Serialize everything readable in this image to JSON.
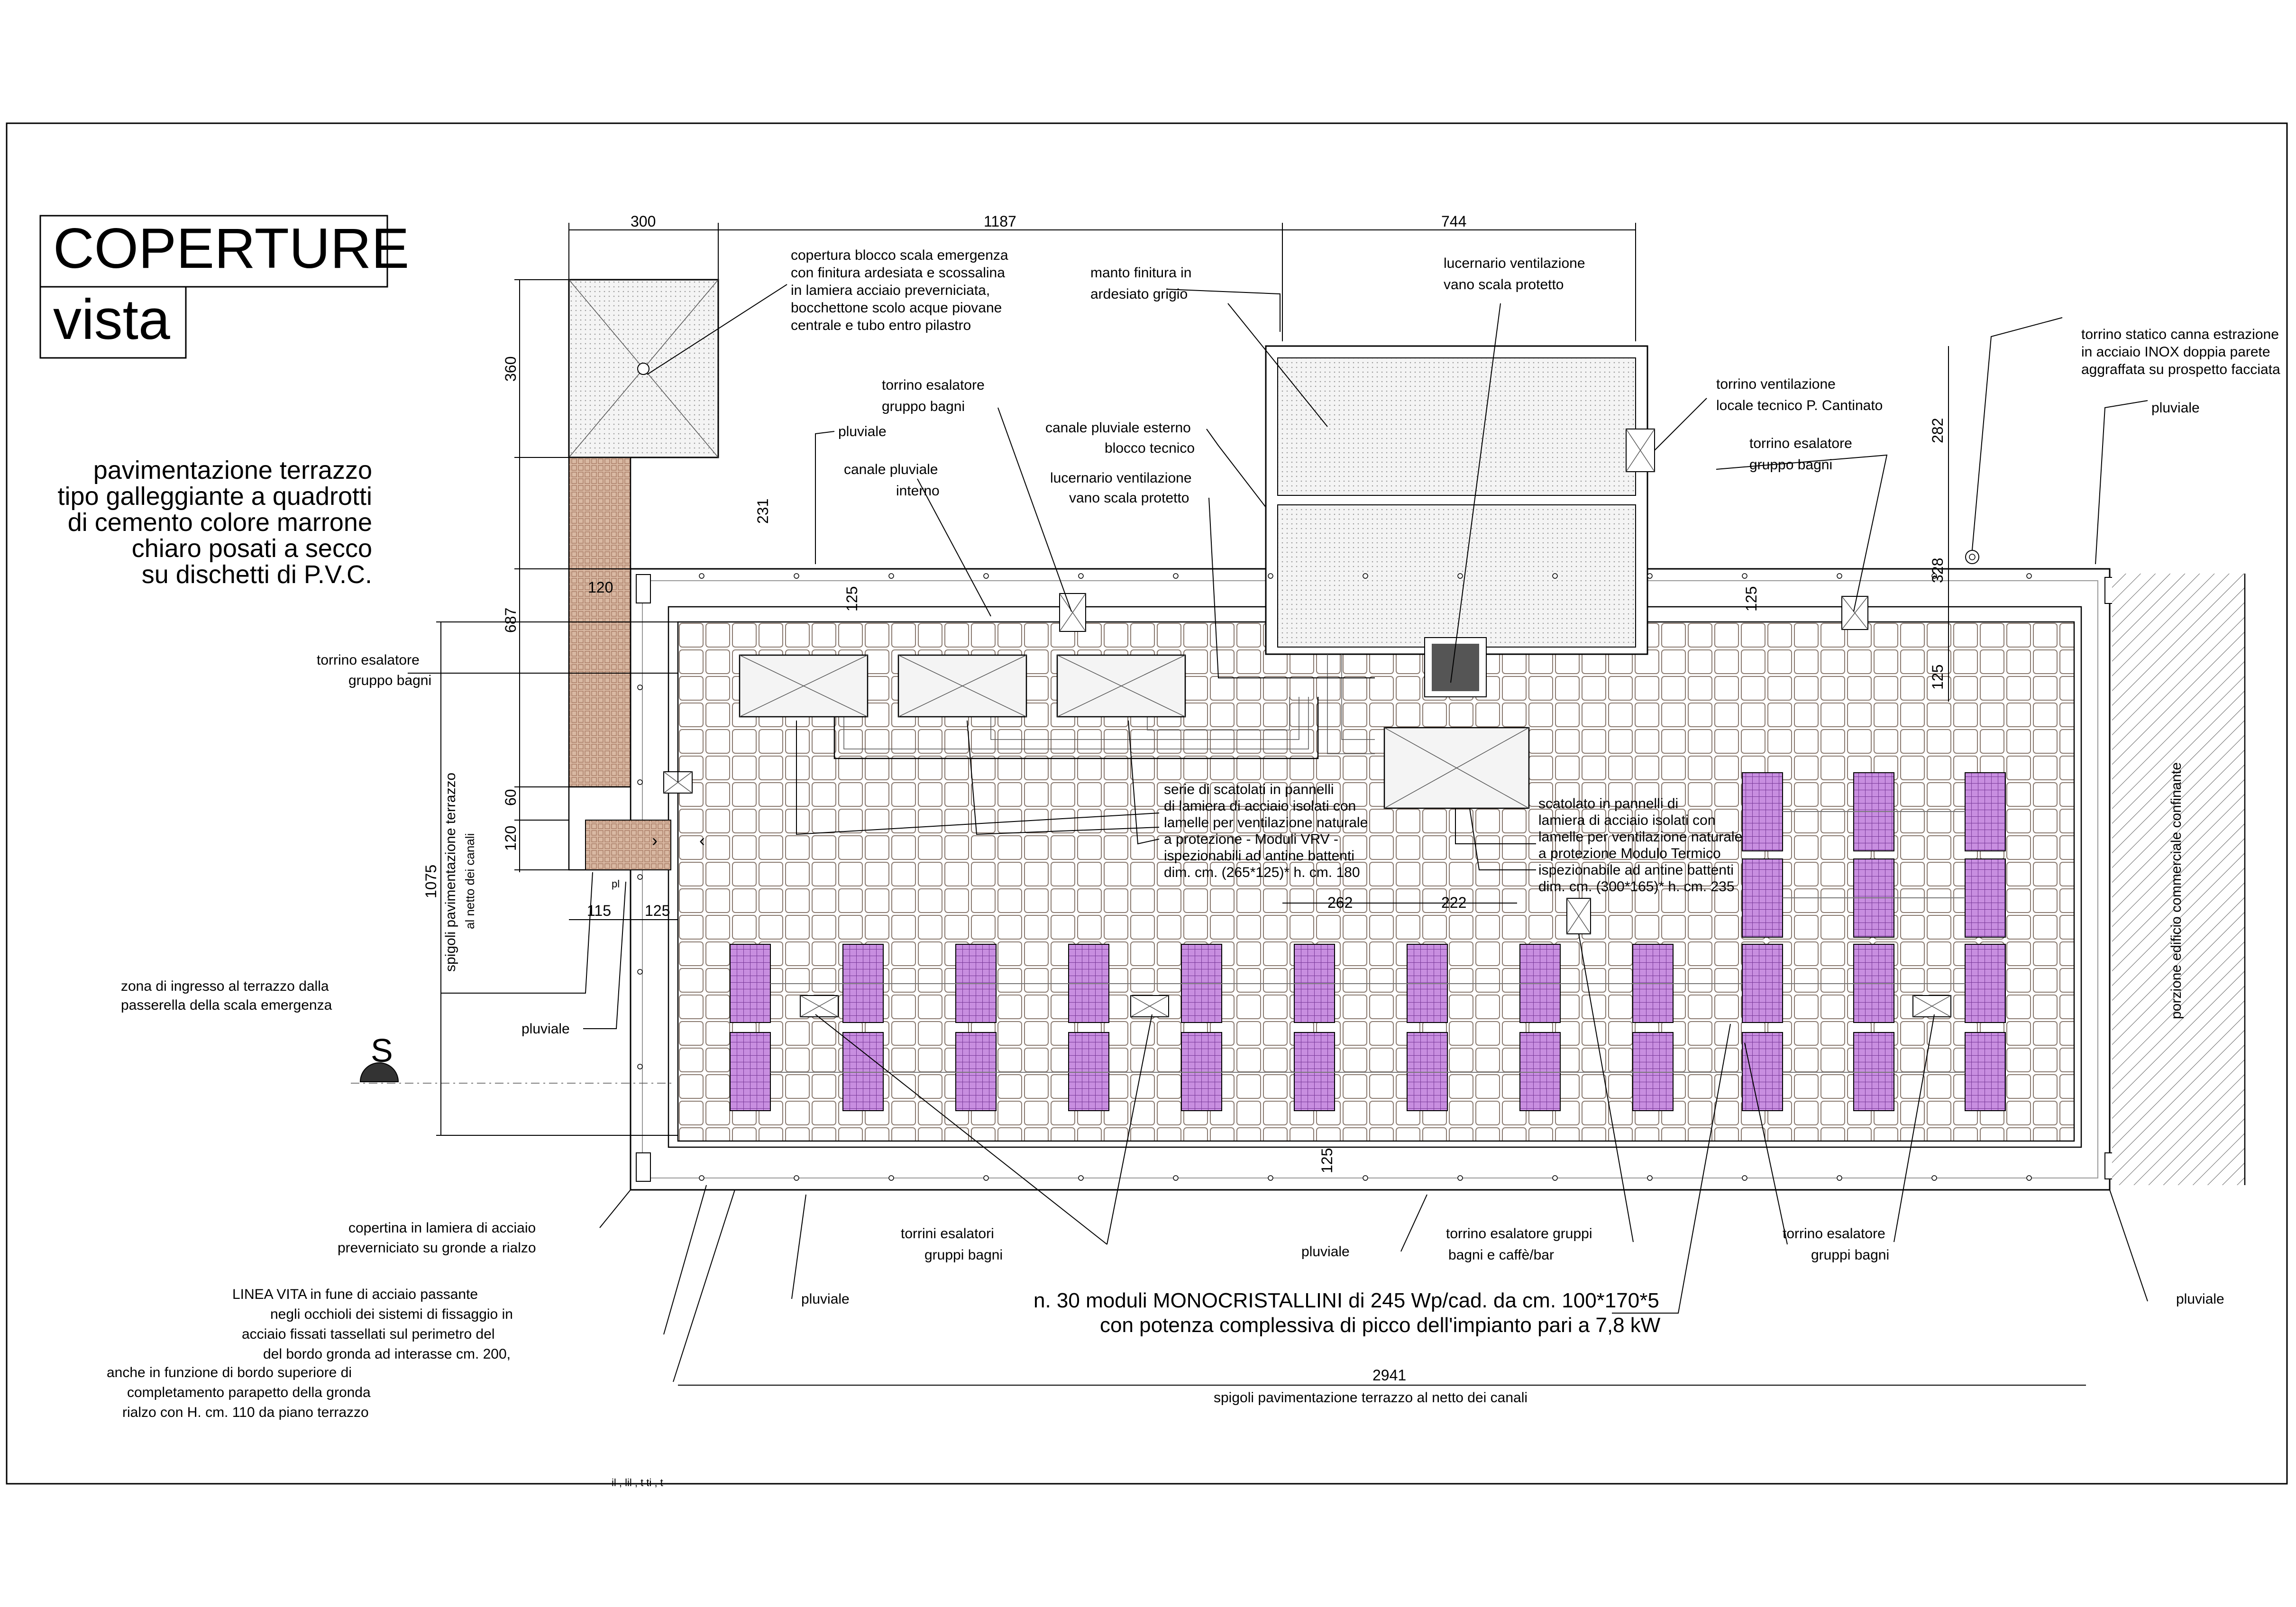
{
  "title": {
    "main": "COPERTURE",
    "sub": "vista"
  },
  "paving_note": [
    "pavimentazione terrazzo",
    "tipo galleggiante a quadrotti",
    "di cemento colore marrone",
    "chiaro posati a secco",
    "su dischetti di P.V.C."
  ],
  "dimensions": {
    "top_300": "300",
    "top_1187": "1187",
    "top_744": "744",
    "left_360": "360",
    "left_231": "231",
    "left_687": "687",
    "left_120a": "120",
    "left_60": "60",
    "left_120b": "120",
    "left_1075": "1075",
    "bot_115": "115",
    "bot_125": "125",
    "in_125a": "125",
    "in_125b": "125",
    "in_125c": "125",
    "in_125d": "125",
    "r_282": "282",
    "r_328": "328",
    "mid_262": "262",
    "mid_222": "222",
    "total_2941": "2941"
  },
  "labels": {
    "stair_cover": [
      "copertura blocco scala emergenza",
      "con finitura ardesiata e scossalina",
      "in lamiera acciaio preverniciata,",
      "bocchettone scolo acque piovane",
      "centrale e tubo entro pilastro"
    ],
    "manto": [
      "manto finitura in",
      "ardesiato grigio"
    ],
    "lucernario_top": [
      "lucernario ventilazione",
      "vano scala protetto"
    ],
    "torrino_statico": [
      "torrino statico canna estrazione",
      "in acciaio INOX doppia parete",
      "aggraffata su prospetto facciata"
    ],
    "torrino_locale": [
      "torrino ventilazione",
      "locale tecnico P. Cantinato"
    ],
    "torrino_bagni_right": [
      "torrino esalatore",
      "gruppo bagni"
    ],
    "pluviale_right_top": "pluviale",
    "torrino_bagni_top": [
      "torrino esalatore",
      "gruppo bagni"
    ],
    "canale_esterno": [
      "canale pluviale esterno",
      "blocco tecnico"
    ],
    "lucernario_mid": [
      "lucernario ventilazione",
      "vano scala protetto"
    ],
    "pluviale_top_left": "pluviale",
    "canale_interno": [
      "canale pluviale",
      "interno"
    ],
    "torrino_bagni_left": [
      "torrino esalatore",
      "gruppo bagni"
    ],
    "serie_scatolati": [
      "serie di scatolati in pannelli",
      "di lamiera di acciaio isolati con",
      "lamelle per ventilazione naturale",
      "a protezione - Moduli VRV -",
      "ispezionabili ad antine battenti",
      "dim. cm. (265*125)* h. cm. 180"
    ],
    "scatolato_termico": [
      "scatolato in pannelli di",
      "lamiera di acciaio isolati con",
      "lamelle per ventilazione naturale",
      "a protezione Modulo Termico",
      "ispezionabile ad antine battenti",
      "dim. cm. (300*165)* h. cm. 235"
    ],
    "spigoli_vertical": [
      "spigoli pavimentazione terrazzo",
      "al netto dei canali"
    ],
    "edificio_confinante": "porzione edificio commerciale confinante",
    "zona_ingresso": [
      "zona di ingresso al terrazzo dalla",
      "passerella della scala emergenza"
    ],
    "pluviale_left": "pluviale",
    "copertina": [
      "copertina in lamiera di acciaio",
      "preverniciato su gronde a rialzo"
    ],
    "linea_vita": [
      "LINEA VITA in fune di acciaio passante",
      "negli occhioli dei sistemi di fissaggio in",
      "acciaio fissati tassellati sul perimetro del",
      "del bordo gronda ad interasse cm. 200,"
    ],
    "bordo": [
      "anche in funzione di bordo superiore di",
      "completamento parapetto della gronda",
      "rialzo con H. cm. 110 da piano terrazzo"
    ],
    "pluviale_bottom_left": "pluviale",
    "torrini_bagni_bottom": [
      "torrini esalatori",
      "gruppi bagni"
    ],
    "pluviale_bottom_mid": "pluviale",
    "torrino_caffe": [
      "torrino esalatore gruppi",
      "bagni e caffè/bar"
    ],
    "torrino_bagni_bottom_right": [
      "torrino esalatore",
      "gruppi bagni"
    ],
    "pluviale_bottom_right": "pluviale",
    "moduli": [
      "n. 30 moduli MONOCRISTALLINI di 245 Wp/cad. da cm. 100*170*5",
      "con potenza complessiva di picco dell'impianto pari a 7,8 kW"
    ],
    "spigoli_bottom": "spigoli pavimentazione terrazzo al netto dei canali",
    "north_symbol": "S",
    "pl": "pl",
    "footer_cut": "il   ,        lil      ,     t    ti    ,    t"
  },
  "colors": {
    "panel": "#b070c8",
    "paving_brown": "#c9a48c",
    "lucernario_dark": "#555555",
    "hatch": "#777777"
  }
}
